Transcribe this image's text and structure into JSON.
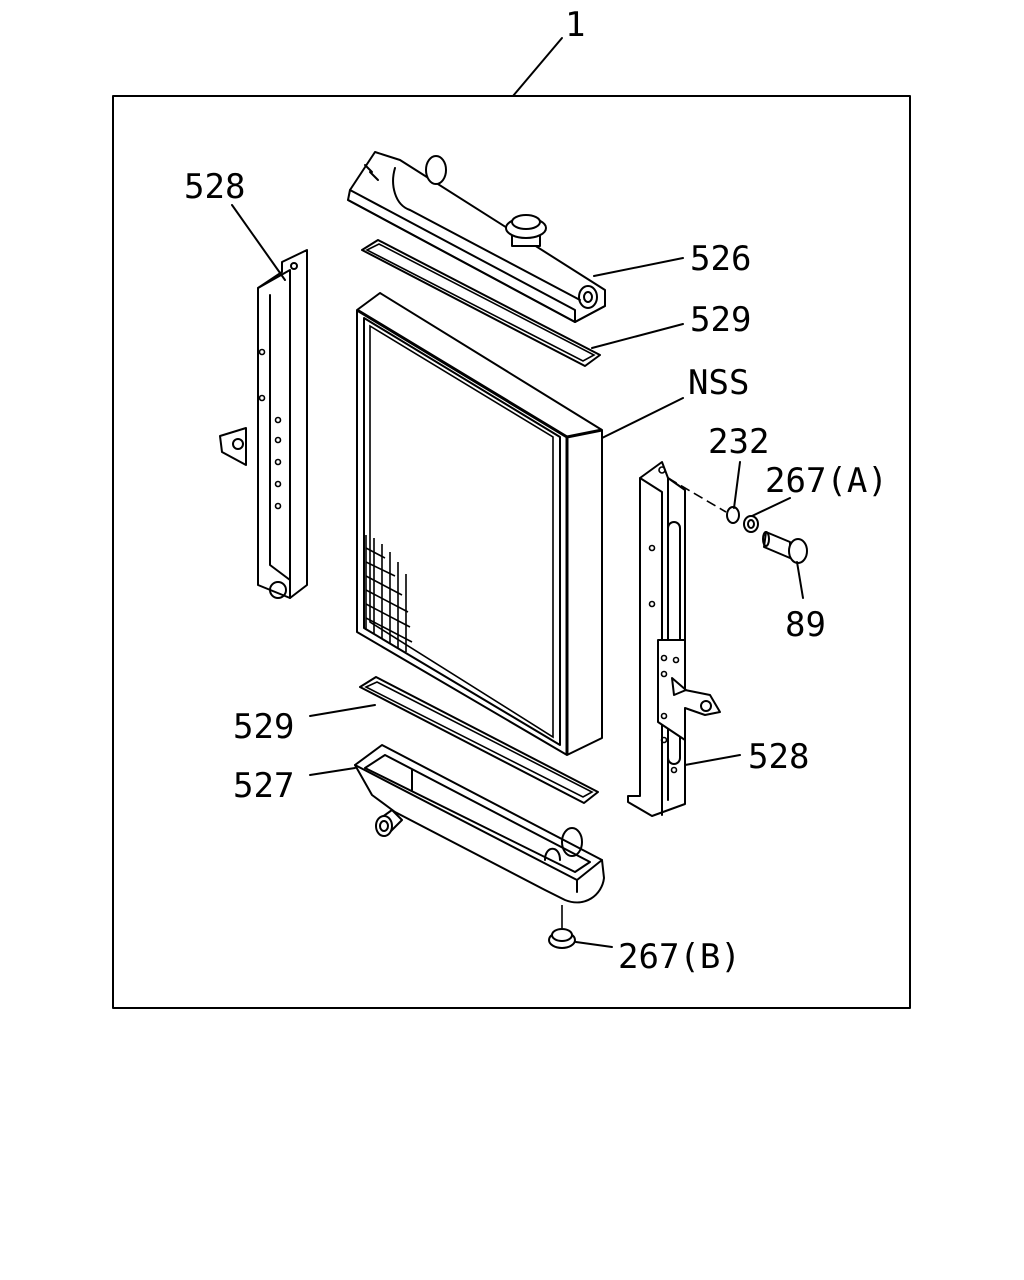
{
  "labels": {
    "assembly": "1",
    "upper_bracket_left": "528",
    "upper_tank": "526",
    "upper_gasket": "529",
    "core": "NSS",
    "nut": "232",
    "washer_a": "267(A)",
    "bolt": "89",
    "lower_gasket": "529",
    "lower_tank": "527",
    "bracket_right": "528",
    "drain_plug": "267(B)"
  },
  "colors": {
    "line": "#000000",
    "background": "#ffffff"
  }
}
